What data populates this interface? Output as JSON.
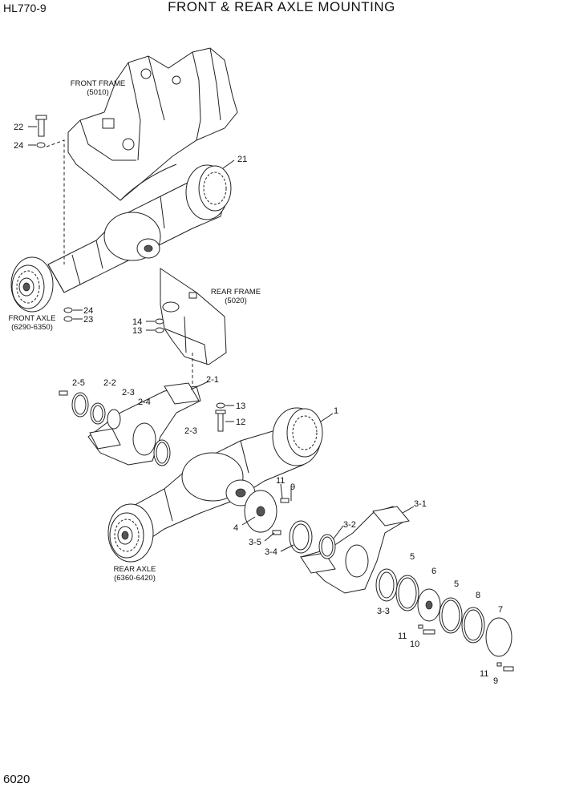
{
  "header": {
    "model": "HL770-9",
    "title": "FRONT & REAR AXLE MOUNTING"
  },
  "footer": {
    "page_number": "6020"
  },
  "captions": {
    "front_frame": [
      "FRONT FRAME",
      "(5010)"
    ],
    "rear_frame": [
      "REAR FRAME",
      "(5020)"
    ],
    "front_axle": [
      "FRONT AXLE",
      "(6290-6350)"
    ],
    "rear_axle": [
      "REAR AXLE",
      "(6360-6420)"
    ]
  },
  "callouts": [
    "22",
    "24",
    "21",
    "24",
    "23",
    "14",
    "13",
    "2-5",
    "2-2",
    "2-3",
    "2-4",
    "2-1",
    "2-3",
    "13",
    "12",
    "1",
    "11",
    "9",
    "4",
    "3-5",
    "3-4",
    "3-2",
    "3-1",
    "5",
    "6",
    "5",
    "8",
    "7",
    "3-3",
    "11",
    "10",
    "11",
    "9"
  ]
}
